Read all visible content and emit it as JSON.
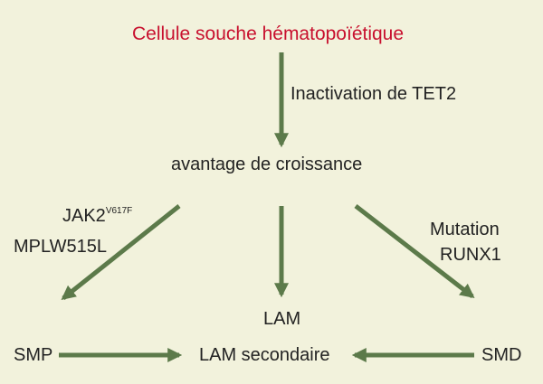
{
  "colors": {
    "background": "#f2f2dc",
    "arrow": "#5c7a4a",
    "title": "#c8102e",
    "text": "#222222"
  },
  "nodes": {
    "stem_cell": "Cellule souche hématopoïétique",
    "growth_advantage": "avantage de croissance",
    "lam": "LAM",
    "smp": "SMP",
    "lam_secondary": "LAM secondaire",
    "smd": "SMD"
  },
  "labels": {
    "tet2": "Inactivation de TET2",
    "jak2_base": "JAK2",
    "jak2_sup": "V617F",
    "mpl": "MPLW515L",
    "runx1_line1": "Mutation",
    "runx1_line2": "RUNX1"
  }
}
